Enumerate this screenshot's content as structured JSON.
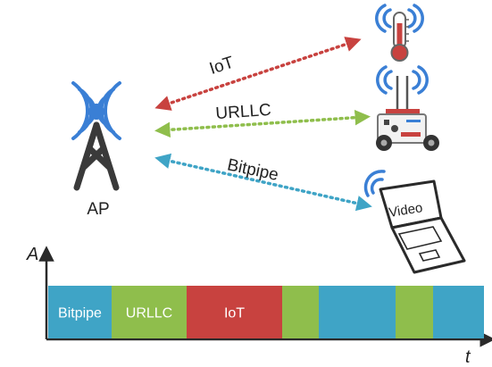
{
  "ap": {
    "label": "AP",
    "icon": "antenna-tower-icon"
  },
  "links": [
    {
      "label": "IoT",
      "color": "#c8423f",
      "device": "thermometer-icon"
    },
    {
      "label": "URLLC",
      "color": "#8fbe4c",
      "device": "robot-icon"
    },
    {
      "label": "Bitpipe",
      "color": "#3fa4c6",
      "device": "laptop-icon"
    }
  ],
  "laptop": {
    "screen_text": "Video"
  },
  "axes": {
    "y_label": "A",
    "x_label": "t"
  },
  "timeline": [
    {
      "label": "Bitpipe",
      "kind": "bitpipe",
      "units": 71
    },
    {
      "label": "URLLC",
      "kind": "urllc",
      "units": 84
    },
    {
      "label": "IoT",
      "kind": "iot",
      "units": 107
    },
    {
      "label": "",
      "kind": "urllc",
      "units": 41
    },
    {
      "label": "",
      "kind": "bitpipe",
      "units": 86
    },
    {
      "label": "",
      "kind": "urllc",
      "units": 42
    },
    {
      "label": "",
      "kind": "bitpipe",
      "units": 57
    }
  ],
  "colors": {
    "bitpipe": "#3fa4c6",
    "urllc": "#8fbe4c",
    "iot": "#c8423f",
    "signal": "#3a7fd5",
    "structure": "#3a3a3a"
  }
}
